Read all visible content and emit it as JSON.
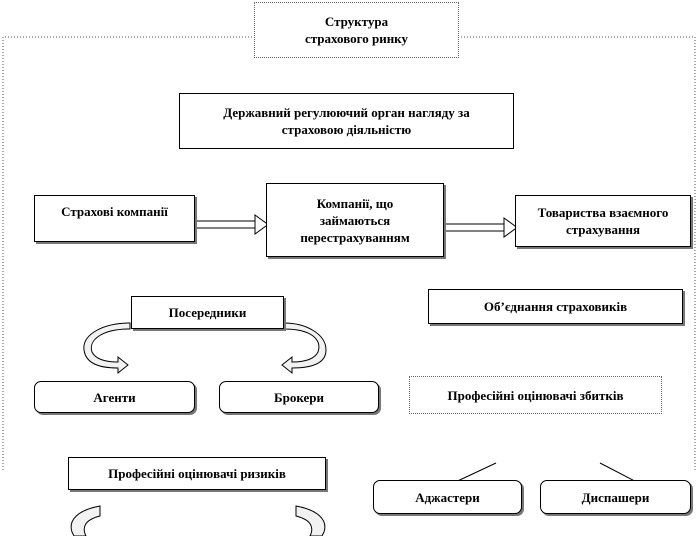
{
  "diagram": {
    "title": "Структура\nстрахового ринку",
    "regulator": "Державний регулюючий орган нагляду за\nстраховою діяльністю",
    "insurers": "Страхові компанії",
    "reinsurers": "Компанії, що\nзаймаються\nперестрахуванням",
    "mutual": "Товариства взаємного\nстрахування",
    "intermediaries": "Посередники",
    "agents": "Агенти",
    "brokers": "Брокери",
    "associations": "Об’єднання страховиків",
    "loss_adjusters": "Професійні  оцінювачі збитків",
    "adjusters": "Аджастери",
    "dispachers": "Диспашери",
    "risk_assessors": "Професійні  оцінювачі ризиків"
  }
}
